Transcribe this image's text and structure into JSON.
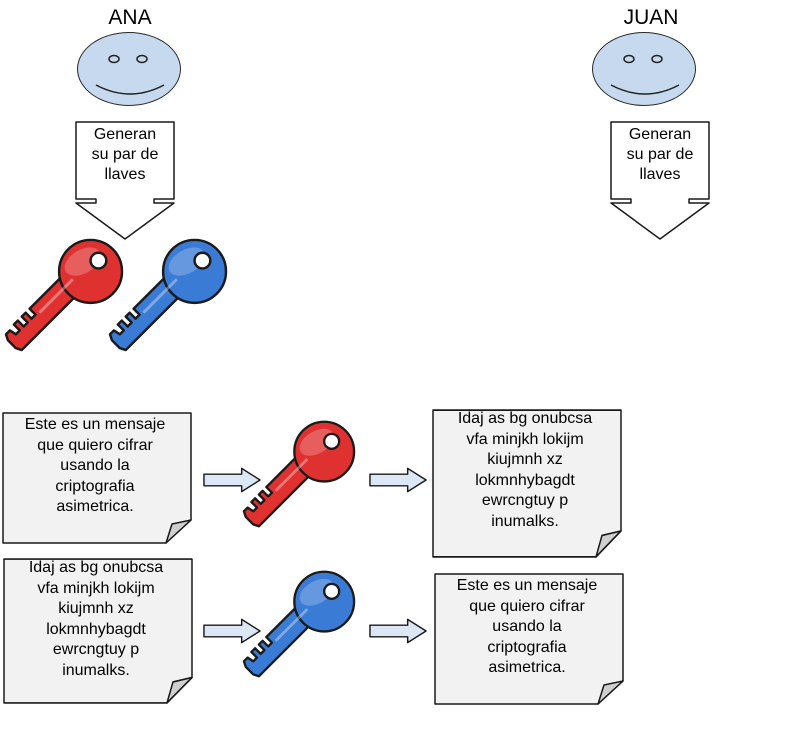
{
  "people": [
    {
      "name": "ANA",
      "callout": "Generan\nsu par de\nllaves"
    },
    {
      "name": "JUAN",
      "callout": "Generan\nsu par de\nllaves"
    }
  ],
  "rows": [
    {
      "input": "Este es un mensaje\nque quiero cifrar\nusando la\ncriptografia\nasimetrica.",
      "key": "red-key",
      "output": "Idaj as bg onubcsa\nvfa minjkh lokijm\nkiujmnh xz\nlokmnhybagdt\newrcngtuy p\ninumalks."
    },
    {
      "input": "Idaj as bg onubcsa\nvfa minjkh lokijm\nkiujmnh xz\nlokmnhybagdt\newrcngtuy p\ninumalks.",
      "key": "blue-key",
      "output": "Este es un mensaje\nque quiero cifrar\nusando la\ncriptografia\nasimetrica."
    }
  ],
  "colors": {
    "face": "#c7d9ee",
    "doc": "#f2f2f2",
    "arrow": "#dbe7f4",
    "red_key": "#e03131",
    "blue_key": "#3a7bd5"
  }
}
